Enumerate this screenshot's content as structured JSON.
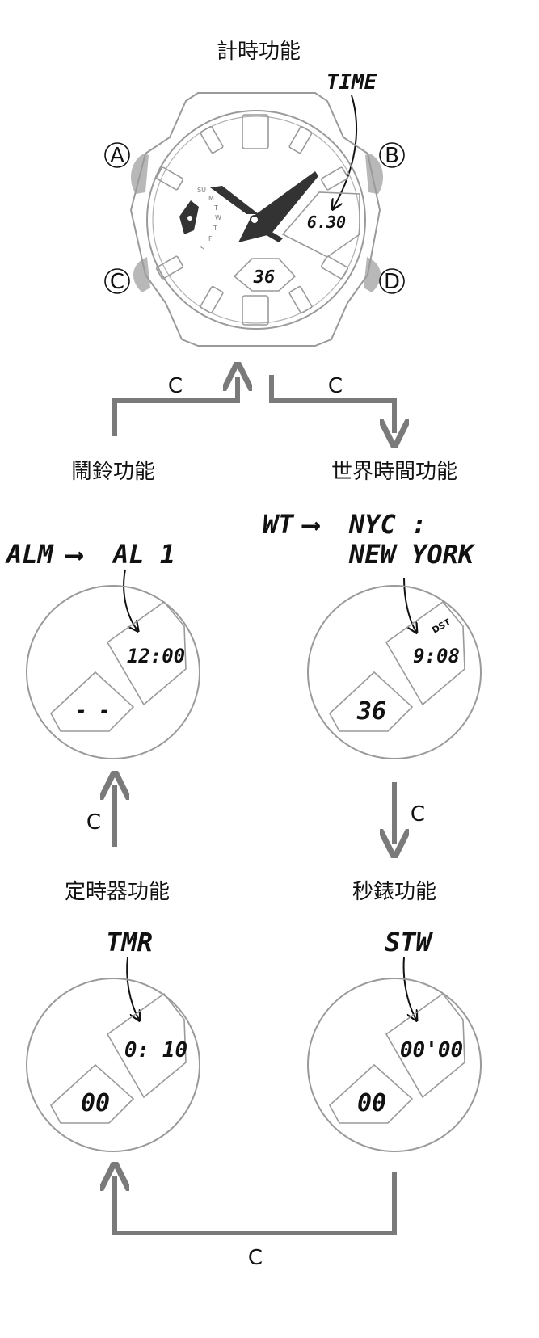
{
  "main": {
    "title": "計時功能",
    "time_tag": "TIME",
    "time_display": "6.30",
    "bottom_display": "36",
    "buttons": {
      "a": "A",
      "b": "B",
      "c": "C",
      "d": "D"
    },
    "day_letters": [
      "SU",
      "M",
      "T",
      "W",
      "T",
      "F",
      "S"
    ]
  },
  "flow_labels": {
    "top_left": "C",
    "top_right": "C",
    "right": "C",
    "left": "C",
    "bottom": "C"
  },
  "alarm": {
    "title": "鬧鈴功能",
    "mode": "ALM",
    "arrow": "⟶",
    "sub": "AL 1",
    "display": "12:00",
    "bottom": "- -"
  },
  "world_time": {
    "title": "世界時間功能",
    "mode": "WT",
    "arrow": "⟶",
    "city": "NYC :",
    "city_full": "NEW  YORK",
    "dst": "DST",
    "display": "9:08",
    "bottom": "36"
  },
  "timer": {
    "title": "定時器功能",
    "mode": "TMR",
    "display": "0: 10",
    "bottom": "00"
  },
  "stopwatch": {
    "title": "秒錶功能",
    "mode": "STW",
    "display": "00'00",
    "bottom": "00"
  },
  "colors": {
    "arrow": "#7a7a7a",
    "outline": "#9a9a9a",
    "button": "#b8b8b8",
    "hand": "#333333"
  }
}
